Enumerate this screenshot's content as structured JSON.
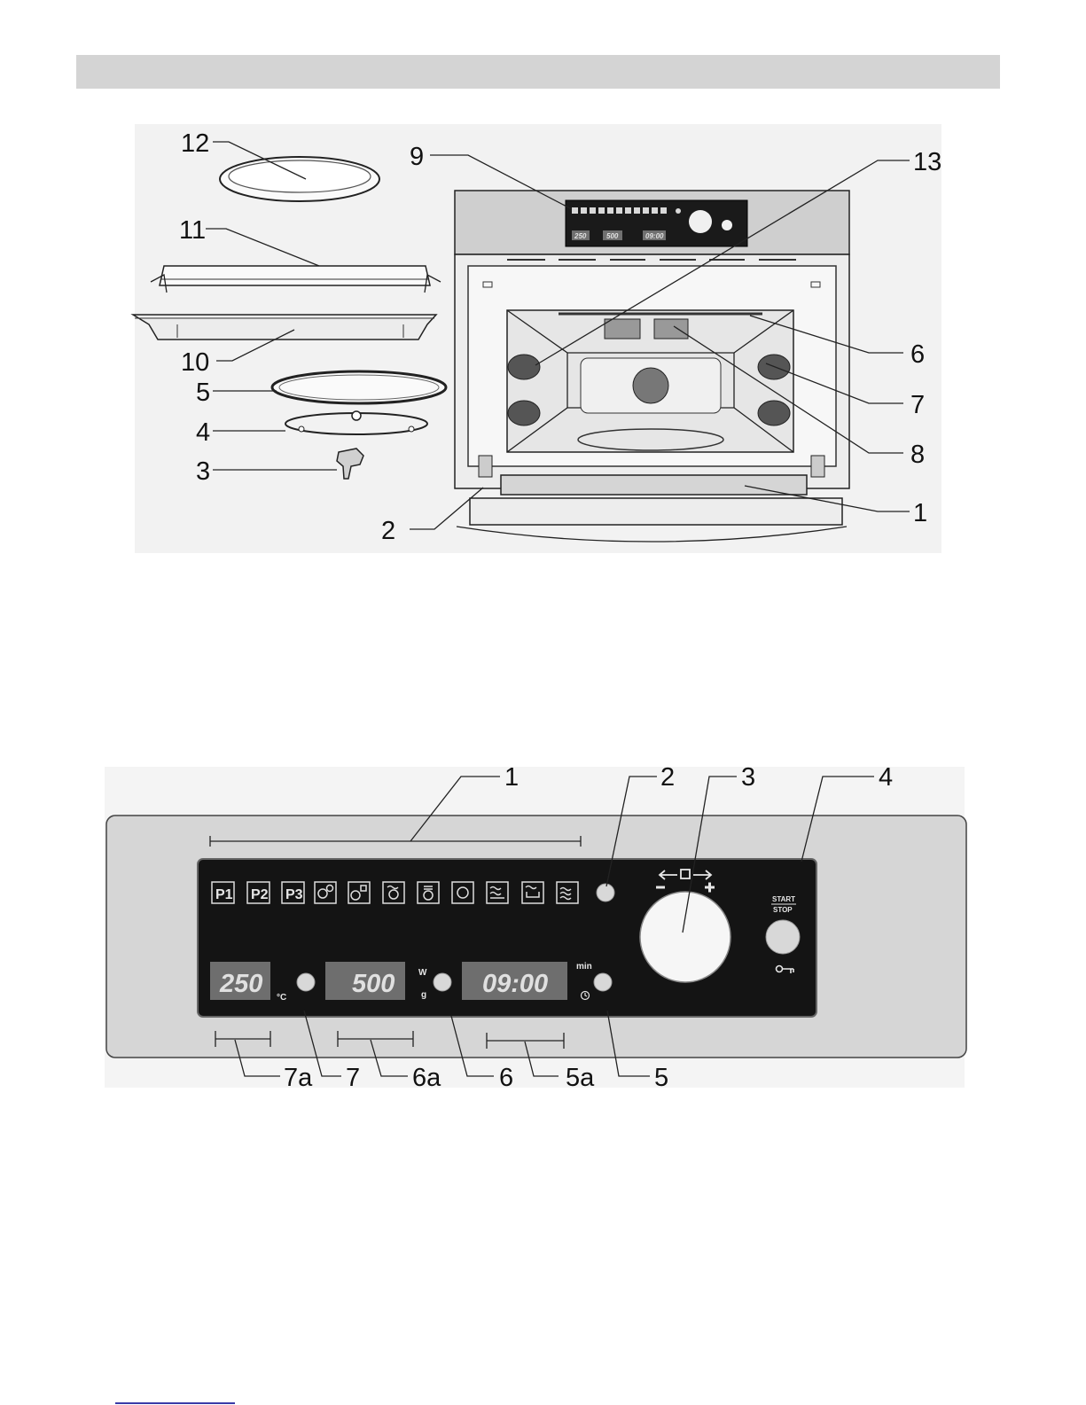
{
  "figure_top": {
    "callouts": [
      "12",
      "11",
      "10",
      "5",
      "4",
      "3",
      "2",
      "9",
      "13",
      "6",
      "7",
      "8",
      "1"
    ],
    "panel_miniature": {
      "temp": "250",
      "weight": "500",
      "time": "09:00"
    }
  },
  "figure_bottom": {
    "callouts_top": [
      "1",
      "2",
      "3",
      "4"
    ],
    "callouts_bottom": [
      "7a",
      "7",
      "6a",
      "6",
      "5a",
      "5"
    ],
    "program_keys": [
      "P1",
      "P2",
      "P3"
    ],
    "displays": {
      "temp": "250",
      "weight": "500",
      "time": "09:00"
    },
    "units": {
      "celsius": "°C",
      "watt": "W",
      "gram": "g",
      "minutes": "min"
    },
    "start_label": "START",
    "stop_label": "STOP"
  },
  "icons": [
    "key-icon",
    "clock-icon",
    "arrow-left-icon",
    "arrow-right-icon",
    "square-icon",
    "minus-icon",
    "plus-icon"
  ]
}
